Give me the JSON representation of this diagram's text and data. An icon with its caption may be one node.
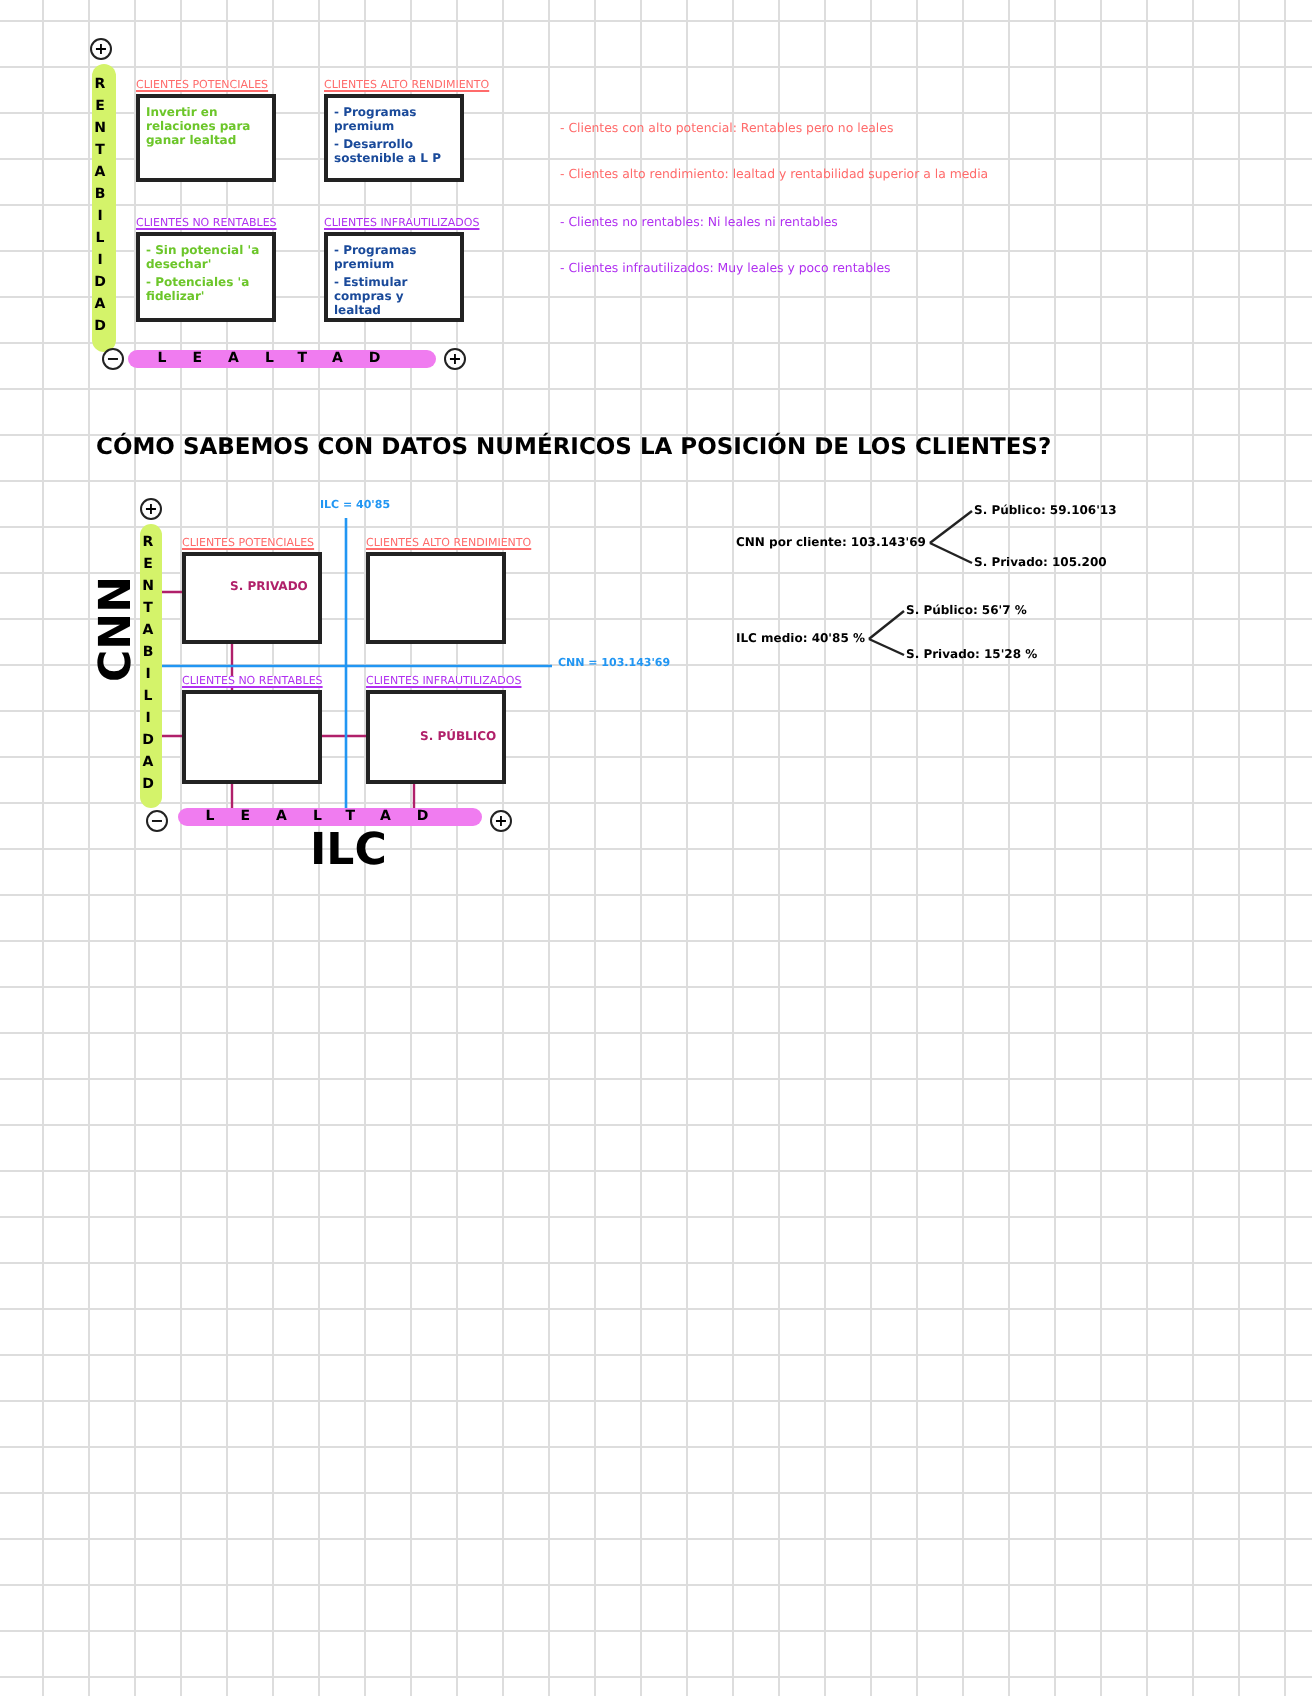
{
  "diagram": {
    "nodes": [
      {
        "text": [
          "CLIENTES POTENCIALES",
          "Invertir en relaciones para ganar lealtad"
        ]
      },
      {
        "text": [
          "CLIENTES ALTO RENDIMIENTO",
          "- Programas premium",
          "- Desarrollo sostenible a L P"
        ]
      },
      {
        "text": [
          "CLIENTES NO RENTABLES",
          "- Sin potencial 'a desechar'",
          "- Potenciales 'a fidelizar'"
        ]
      },
      {
        "text": [
          "CLIENTES INFRAUTILIZADOS",
          "- Programas premium",
          "- Estimular compras y lealtad"
        ]
      },
      {
        "text": [
          "CLIENTES POTENCIALES"
        ]
      },
      {
        "text": [
          "CLIENTES ALTO RENDIMIENTO"
        ]
      },
      {
        "text": [
          "CLIENTES NO RENTABLES"
        ]
      },
      {
        "text": [
          "CLIENTES INFRAUTILIZADOS"
        ]
      },
      {
        "text": [
          "S. PRIVADO"
        ],
        "in": 4
      },
      {
        "text": [
          "S. PÚBLICO"
        ],
        "in": 7
      },
      {
        "text": [
          "CNN por cliente: 103.143'69"
        ]
      },
      {
        "text": [
          "S. Público: 59.106'13"
        ]
      },
      {
        "text": [
          "S. Privado: 105.200"
        ]
      },
      {
        "text": [
          "ILC medio: 40'85 %"
        ]
      },
      {
        "text": [
          "S. Público: 56'7 %"
        ]
      },
      {
        "text": [
          "S. Privado: 15'28 %"
        ]
      }
    ],
    "edges": [
      {
        "from": 10,
        "to": 11,
        "arrow": "none"
      },
      {
        "from": 10,
        "to": 12,
        "arrow": "none"
      },
      {
        "from": 13,
        "to": 14,
        "arrow": "none"
      },
      {
        "from": 13,
        "to": 15,
        "arrow": "none"
      }
    ],
    "labels": [
      "+",
      "RENTABILIDAD",
      "−",
      "LEALTAD",
      "+",
      "- Clientes con alto potencial: Rentables pero no leales",
      "- Clientes alto rendimiento: lealtad y rentabilidad superior a la media",
      "- Clientes no rentables: Ni leales ni rentables",
      "- Clientes infrautilizados: Muy leales y poco rentables",
      "CÓMO SABEMOS CON DATOS NUMÉRICOS LA POSICIÓN DE LOS CLIENTES?",
      "+",
      "ILC = 40'85",
      "CNN",
      "RENTABILIDAD",
      "CNN = 103.143'69",
      "−",
      "LEALTAD",
      "+",
      "ILC"
    ]
  }
}
